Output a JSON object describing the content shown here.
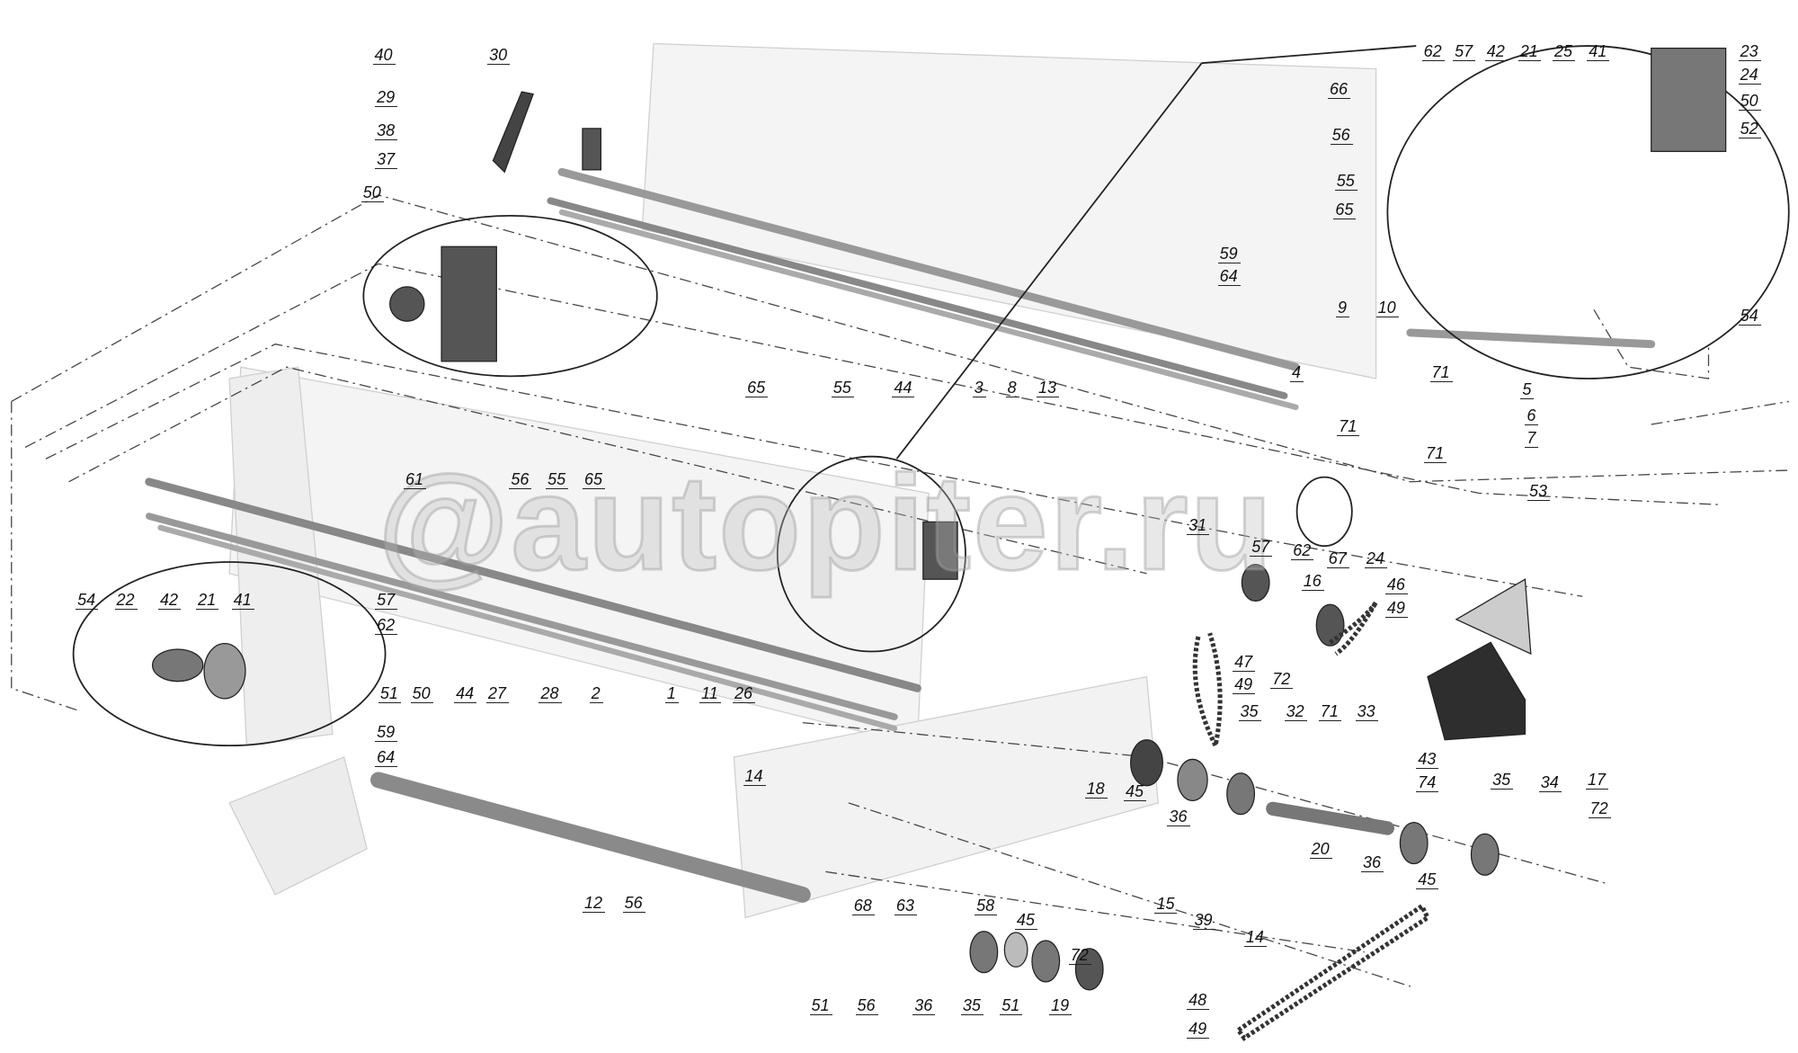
{
  "diagram": {
    "title": "Exploded assembly drawing",
    "watermark": "@autopiter.ru",
    "callouts": [
      "40",
      "30",
      "29",
      "38",
      "37",
      "50",
      "65",
      "55",
      "44",
      "3",
      "8",
      "13",
      "59",
      "64",
      "9",
      "10",
      "4",
      "71",
      "5",
      "6",
      "7",
      "71",
      "71",
      "53",
      "62",
      "57",
      "42",
      "21",
      "25",
      "41",
      "23",
      "24",
      "50",
      "52",
      "66",
      "56",
      "55",
      "65",
      "54",
      "61",
      "56",
      "55",
      "65",
      "31",
      "57",
      "62",
      "67",
      "24",
      "16",
      "46",
      "49",
      "47",
      "49",
      "35",
      "72",
      "32",
      "71",
      "33",
      "43",
      "74",
      "34",
      "17",
      "72",
      "35",
      "18",
      "45",
      "36",
      "20",
      "36",
      "45",
      "54",
      "22",
      "42",
      "21",
      "41",
      "57",
      "62",
      "51",
      "50",
      "44",
      "27",
      "28",
      "2",
      "1",
      "11",
      "26",
      "59",
      "64",
      "14",
      "12",
      "56",
      "68",
      "63",
      "58",
      "45",
      "72",
      "15",
      "39",
      "14",
      "51",
      "56",
      "36",
      "35",
      "51",
      "19",
      "48",
      "49"
    ]
  },
  "colors": {
    "line": "#222222",
    "part": "#9a9a9a",
    "frame": "#d8d8d8",
    "dark": "#3a3a3a"
  }
}
